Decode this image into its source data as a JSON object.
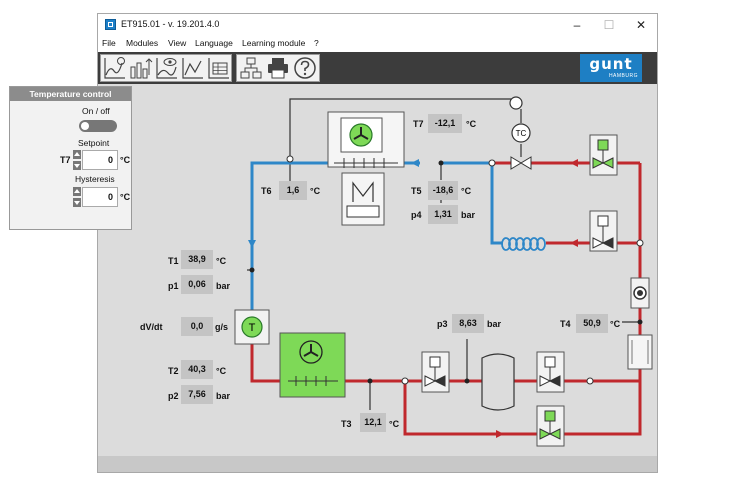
{
  "window": {
    "title": "ET915.01 - v. 19.201.4.0",
    "minimize": "–",
    "maximize": "☐",
    "close": "✕"
  },
  "menu": [
    "File",
    "Modules",
    "View",
    "Language",
    "Learning module",
    "?"
  ],
  "toolbar": {
    "icons": [
      "time-chart-icon",
      "bar-chart-icon",
      "observe-chart-icon",
      "process-chart-icon",
      "table-chart-icon",
      "network-icon",
      "print-icon",
      "help-icon"
    ],
    "logo": {
      "text": "gunt",
      "sub": "HAMBURG"
    }
  },
  "temperature_control": {
    "title": "Temperature control",
    "onoff_label": "On / off",
    "setpoint_label": "Setpoint",
    "t7_label": "T7",
    "setpoint_value": "0",
    "setpoint_unit": "°C",
    "hysteresis_label": "Hysteresis",
    "hysteresis_value": "0",
    "hysteresis_unit": "°C"
  },
  "measurements": {
    "T7": {
      "label": "T7",
      "value": "-12,1",
      "unit": "°C"
    },
    "T6": {
      "label": "T6",
      "value": "1,6",
      "unit": "°C"
    },
    "T5": {
      "label": "T5",
      "value": "-18,6",
      "unit": "°C"
    },
    "p4": {
      "label": "p4",
      "value": "1,31",
      "unit": "bar"
    },
    "T1": {
      "label": "T1",
      "value": "38,9",
      "unit": "°C"
    },
    "p1": {
      "label": "p1",
      "value": "0,06",
      "unit": "bar"
    },
    "dVdt": {
      "label": "dV/dt",
      "value": "0,0",
      "unit": "g/s"
    },
    "T2": {
      "label": "T2",
      "value": "40,3",
      "unit": "°C"
    },
    "p2": {
      "label": "p2",
      "value": "7,56",
      "unit": "bar"
    },
    "p3": {
      "label": "p3",
      "value": "8,63",
      "unit": "bar"
    },
    "T4": {
      "label": "T4",
      "value": "50,9",
      "unit": "°C"
    },
    "T3": {
      "label": "T3",
      "value": "12,1",
      "unit": "°C"
    }
  },
  "diagram": {
    "tc_label": "TC",
    "t_sensor_label": "T",
    "colors": {
      "hot": "#c0282d",
      "cold": "#2e87c8",
      "green": "#7ed957",
      "pipe_dark": "#333333"
    }
  }
}
